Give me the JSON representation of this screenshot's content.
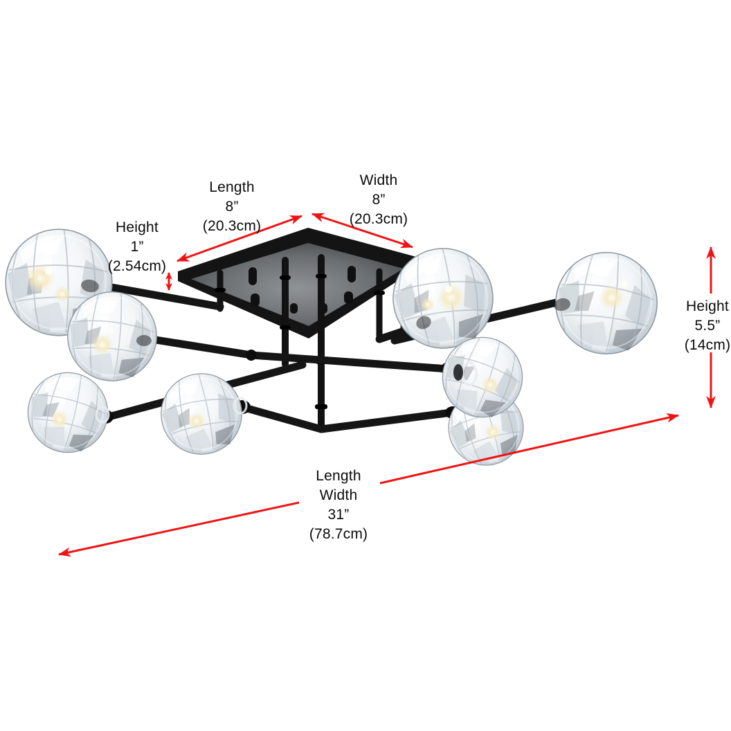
{
  "diagram": {
    "subject": "crystal-flush-mount-ceiling-light",
    "arrow_color": "#ee1414",
    "labels": {
      "length_top": {
        "name": "Length",
        "imperial": "8”",
        "metric": "(20.3cm)"
      },
      "width_top": {
        "name": "Width",
        "imperial": "8”",
        "metric": "(20.3cm)"
      },
      "height_canopy": {
        "name": "Height",
        "imperial": "1”",
        "metric": "(2.54cm)"
      },
      "height_fixture": {
        "name": "Height",
        "imperial": "5.5”",
        "metric": "(14cm)"
      },
      "span_total": {
        "name_line1": "Length",
        "name_line2": "Width",
        "imperial": "31”",
        "metric": "(78.7cm)"
      }
    }
  }
}
